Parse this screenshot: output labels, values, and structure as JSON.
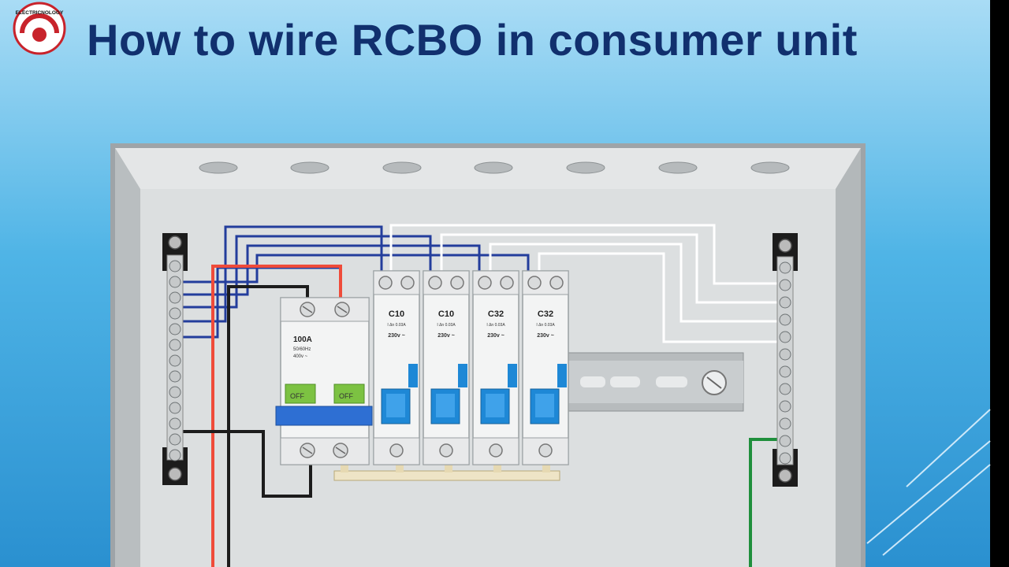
{
  "title": "How to wire RCBO in consumer unit",
  "logo": {
    "text": "ELECTRICNOLOGY"
  },
  "main_switch": {
    "rating": "100A",
    "spec_line1": "50/60Hz",
    "spec_line2": "400v ~",
    "off_left": "OFF",
    "off_right": "OFF"
  },
  "rcbos": [
    {
      "rating": "C10",
      "spec": "I Δn 0.03A",
      "voltage": "230v ~"
    },
    {
      "rating": "C10",
      "spec": "I Δn 0.03A",
      "voltage": "230v ~"
    },
    {
      "rating": "C32",
      "spec": "I Δn 0.03A",
      "voltage": "230v ~"
    },
    {
      "rating": "C32",
      "spec": "I Δn 0.03A",
      "voltage": "230v ~"
    }
  ],
  "colors": {
    "neutral": "#233d9c",
    "live": "#ef4b3a",
    "earth": "#1f8f3c",
    "black": "#1c1c1c",
    "switch_blue": "#1e88d6",
    "off_green": "#7cc242"
  }
}
